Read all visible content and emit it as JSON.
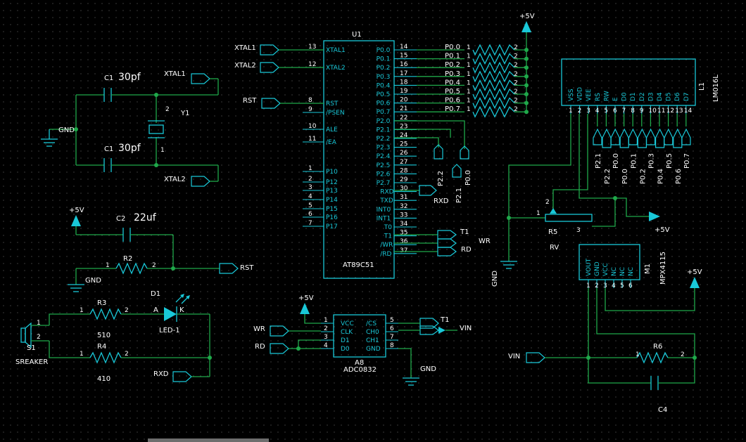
{
  "components": {
    "u1": {
      "ref": "U1",
      "part": "AT89C51",
      "left_pins": [
        {
          "num": "13",
          "name": "XTAL1"
        },
        {
          "num": "12",
          "name": "XTAL2"
        },
        {
          "num": "8",
          "name": "RST"
        },
        {
          "num": "9",
          "name": "/PSEN"
        },
        {
          "num": "10",
          "name": "ALE"
        },
        {
          "num": "11",
          "name": "/EA"
        },
        {
          "num": "1",
          "name": "P10"
        },
        {
          "num": "2",
          "name": "P12"
        },
        {
          "num": "3",
          "name": "P13"
        },
        {
          "num": "4",
          "name": "P14"
        },
        {
          "num": "5",
          "name": "P15"
        },
        {
          "num": "6",
          "name": "P16"
        },
        {
          "num": "7",
          "name": "P17"
        }
      ],
      "right_pins": [
        {
          "num": "14",
          "name": "P0.0"
        },
        {
          "num": "15",
          "name": "P0.1"
        },
        {
          "num": "16",
          "name": "P0.2"
        },
        {
          "num": "17",
          "name": "P0.3"
        },
        {
          "num": "18",
          "name": "P0.4"
        },
        {
          "num": "19",
          "name": "P0.5"
        },
        {
          "num": "20",
          "name": "P0.6"
        },
        {
          "num": "21",
          "name": "P0.7"
        },
        {
          "num": "22",
          "name": "P2.0"
        },
        {
          "num": "23",
          "name": "P2.1"
        },
        {
          "num": "24",
          "name": "P2.2"
        },
        {
          "num": "25",
          "name": "P2.3"
        },
        {
          "num": "26",
          "name": "P2.4"
        },
        {
          "num": "27",
          "name": "P2.5"
        },
        {
          "num": "28",
          "name": "P2.6"
        },
        {
          "num": "29",
          "name": "P2.7"
        },
        {
          "num": "30",
          "name": "RXD"
        },
        {
          "num": "31",
          "name": "TXD"
        },
        {
          "num": "32",
          "name": "INT0"
        },
        {
          "num": "33",
          "name": "INT1"
        },
        {
          "num": "34",
          "name": "T0"
        },
        {
          "num": "35",
          "name": "T1"
        },
        {
          "num": "36",
          "name": "/WR"
        },
        {
          "num": "37",
          "name": "/RD"
        }
      ]
    },
    "l1": {
      "ref": "L1",
      "part": "LM016L",
      "pins": [
        {
          "num": "1",
          "name": "VSS"
        },
        {
          "num": "2",
          "name": "VDD"
        },
        {
          "num": "3",
          "name": "VEE"
        },
        {
          "num": "4",
          "name": "RS"
        },
        {
          "num": "5",
          "name": "RW"
        },
        {
          "num": "6",
          "name": "E"
        },
        {
          "num": "7",
          "name": "D0"
        },
        {
          "num": "8",
          "name": "D1"
        },
        {
          "num": "9",
          "name": "D2"
        },
        {
          "num": "10",
          "name": "D3"
        },
        {
          "num": "11",
          "name": "D4"
        },
        {
          "num": "12",
          "name": "D5"
        },
        {
          "num": "13",
          "name": "D6"
        },
        {
          "num": "14",
          "name": "D7"
        }
      ],
      "upper_nets": [
        "P2.1",
        "P0.0",
        "P0.1",
        "P0.3",
        "P0.5",
        "P0.7"
      ],
      "lower_nets": [
        "P2.2",
        "P0.0",
        "P0.2",
        "P0.4",
        "P0.6"
      ]
    },
    "adc": {
      "ref": "A8",
      "part": "ADC0832",
      "left_pins": [
        {
          "num": "1",
          "name": "VCC"
        },
        {
          "num": "2",
          "name": "CLK"
        },
        {
          "num": "3",
          "name": "D1"
        },
        {
          "num": "4",
          "name": "D0"
        }
      ],
      "right_pins": [
        {
          "num": "5",
          "name": "/CS"
        },
        {
          "num": "6",
          "name": "CH0"
        },
        {
          "num": "7",
          "name": "CH1"
        },
        {
          "num": "8",
          "name": "GND"
        }
      ]
    },
    "m1": {
      "ref": "M1",
      "part": "MPX4115",
      "pins": [
        {
          "num": "1",
          "name": "VOUT"
        },
        {
          "num": "2",
          "name": "GND"
        },
        {
          "num": "3",
          "name": "VCC"
        },
        {
          "num": "4",
          "name": "NC"
        },
        {
          "num": "5",
          "name": "NC"
        },
        {
          "num": "6",
          "name": "NC"
        }
      ]
    },
    "c1": {
      "ref": "C1",
      "value": "30pf"
    },
    "c2": {
      "ref": "C1",
      "value": "30pf"
    },
    "c3": {
      "ref": "C2",
      "value": "22uf"
    },
    "c4": {
      "ref": "C4"
    },
    "y1": {
      "ref": "Y1",
      "pin_top": "2",
      "pin_bot": "1"
    },
    "r2": {
      "ref": "R2",
      "pin1": "1",
      "pin2": "2"
    },
    "r3": {
      "ref": "R3",
      "value": "510",
      "pin1": "1",
      "pin2": "2"
    },
    "r4": {
      "ref": "R4",
      "value": "410",
      "pin1": "1",
      "pin2": "2"
    },
    "r5": {
      "ref": "R5",
      "extra": "RV",
      "pin1": "1",
      "pin2": "2",
      "pin3": "3"
    },
    "r6": {
      "ref": "R6",
      "pin1": "1",
      "pin2": "2"
    },
    "d1": {
      "ref": "D1",
      "part": "LED-1",
      "anode": "A",
      "cathode": "K"
    },
    "s1": {
      "ref": "S1",
      "part": "SREAKER",
      "pin1": "1",
      "pin2": "2"
    },
    "rn_pins": {
      "left": "1",
      "right": "2"
    }
  },
  "nets": {
    "xtal1": "XTAL1",
    "xtal2": "XTAL2",
    "rst": "RST",
    "gnd": "GND",
    "vcc": "+5V",
    "rxd": "RXD",
    "t1": "T1",
    "wr": "WR",
    "rd": "RD",
    "vin": "VIN",
    "p00": "P0.0",
    "p22": "P2.2",
    "p21": "P2.1",
    "p0_labels": [
      "P0.0",
      "P0.1",
      "P0.2",
      "P0.3",
      "P0.4",
      "P0.5",
      "P0.6",
      "P0.7"
    ]
  },
  "colors": {
    "background": "#000000",
    "wire": "#1fa84a",
    "component": "#19c8d8",
    "text": "#ffffff"
  }
}
